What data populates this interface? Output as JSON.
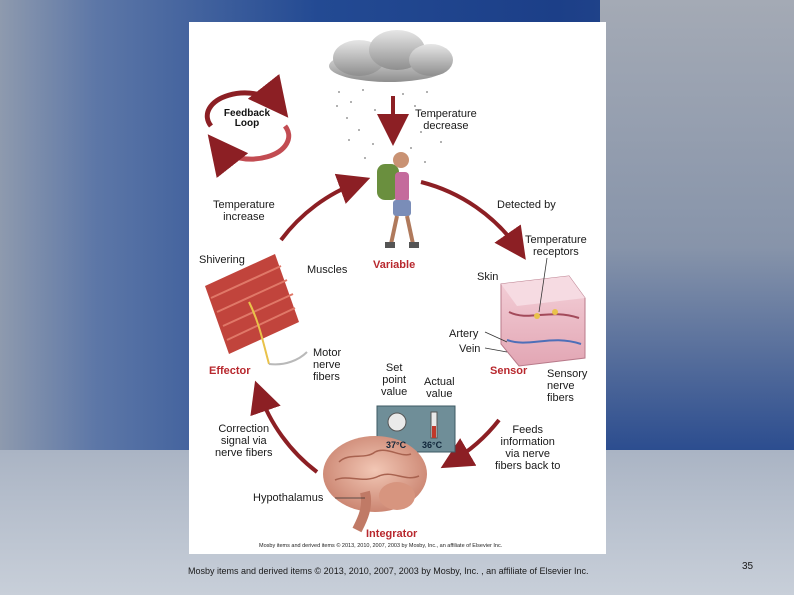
{
  "loop": {
    "line1": "Feedback",
    "line2": "Loop"
  },
  "labels": {
    "temp_decrease": [
      "Temperature",
      "decrease"
    ],
    "detected_by": "Detected by",
    "temp_receptors": [
      "Temperature",
      "receptors"
    ],
    "skin": "Skin",
    "artery": "Artery",
    "vein": "Vein",
    "sensor": "Sensor",
    "sensory_nerve_fibers": [
      "Sensory",
      "nerve",
      "fibers"
    ],
    "feeds_info": [
      "Feeds",
      "information",
      "via nerve",
      "fibers back to"
    ],
    "integrator": "Integrator",
    "hypothalamus": "Hypothalamus",
    "set_point": [
      "Set",
      "point",
      "value"
    ],
    "actual_value": [
      "Actual",
      "value"
    ],
    "set_temp": "37°C",
    "actual_temp": "36°C",
    "correction": [
      "Correction",
      "signal via",
      "nerve fibers"
    ],
    "effector": "Effector",
    "motor_nerve_fibers": [
      "Motor",
      "nerve",
      "fibers"
    ],
    "shivering": "Shivering",
    "muscles": "Muscles",
    "variable": "Variable",
    "temp_increase": [
      "Temperature",
      "increase"
    ]
  },
  "credit_small": "Mosby items and derived items © 2013, 2010, 2007, 2003 by Mosby, Inc., an affiliate of Elsevier Inc.",
  "footer": {
    "copyright": "Mosby items and derived items © 2013, 2010, 2007, 2003 by Mosby, Inc. , an affiliate of Elsevier Inc.",
    "page_number": "35"
  },
  "colors": {
    "arrow_red": "#8c1f24",
    "label_red": "#b8282e",
    "slide_blue": "#1f3f86"
  }
}
